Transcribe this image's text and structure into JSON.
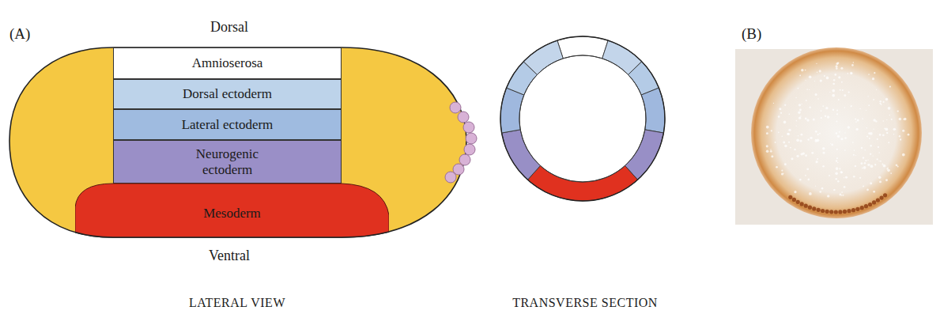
{
  "diagram": {
    "nodes": [
      {
        "text": [
          "Amnioserosa"
        ]
      },
      {
        "text": [
          "Dorsal ectoderm"
        ]
      },
      {
        "text": [
          "Lateral ectoderm"
        ]
      },
      {
        "text": [
          "Neurogenic ectoderm"
        ]
      },
      {
        "text": [
          "Mesoderm"
        ]
      }
    ],
    "labels": [
      "(A)",
      "Dorsal",
      "Ventral",
      "LATERAL VIEW",
      "TRANSVERSE SECTION",
      "(B)"
    ]
  }
}
